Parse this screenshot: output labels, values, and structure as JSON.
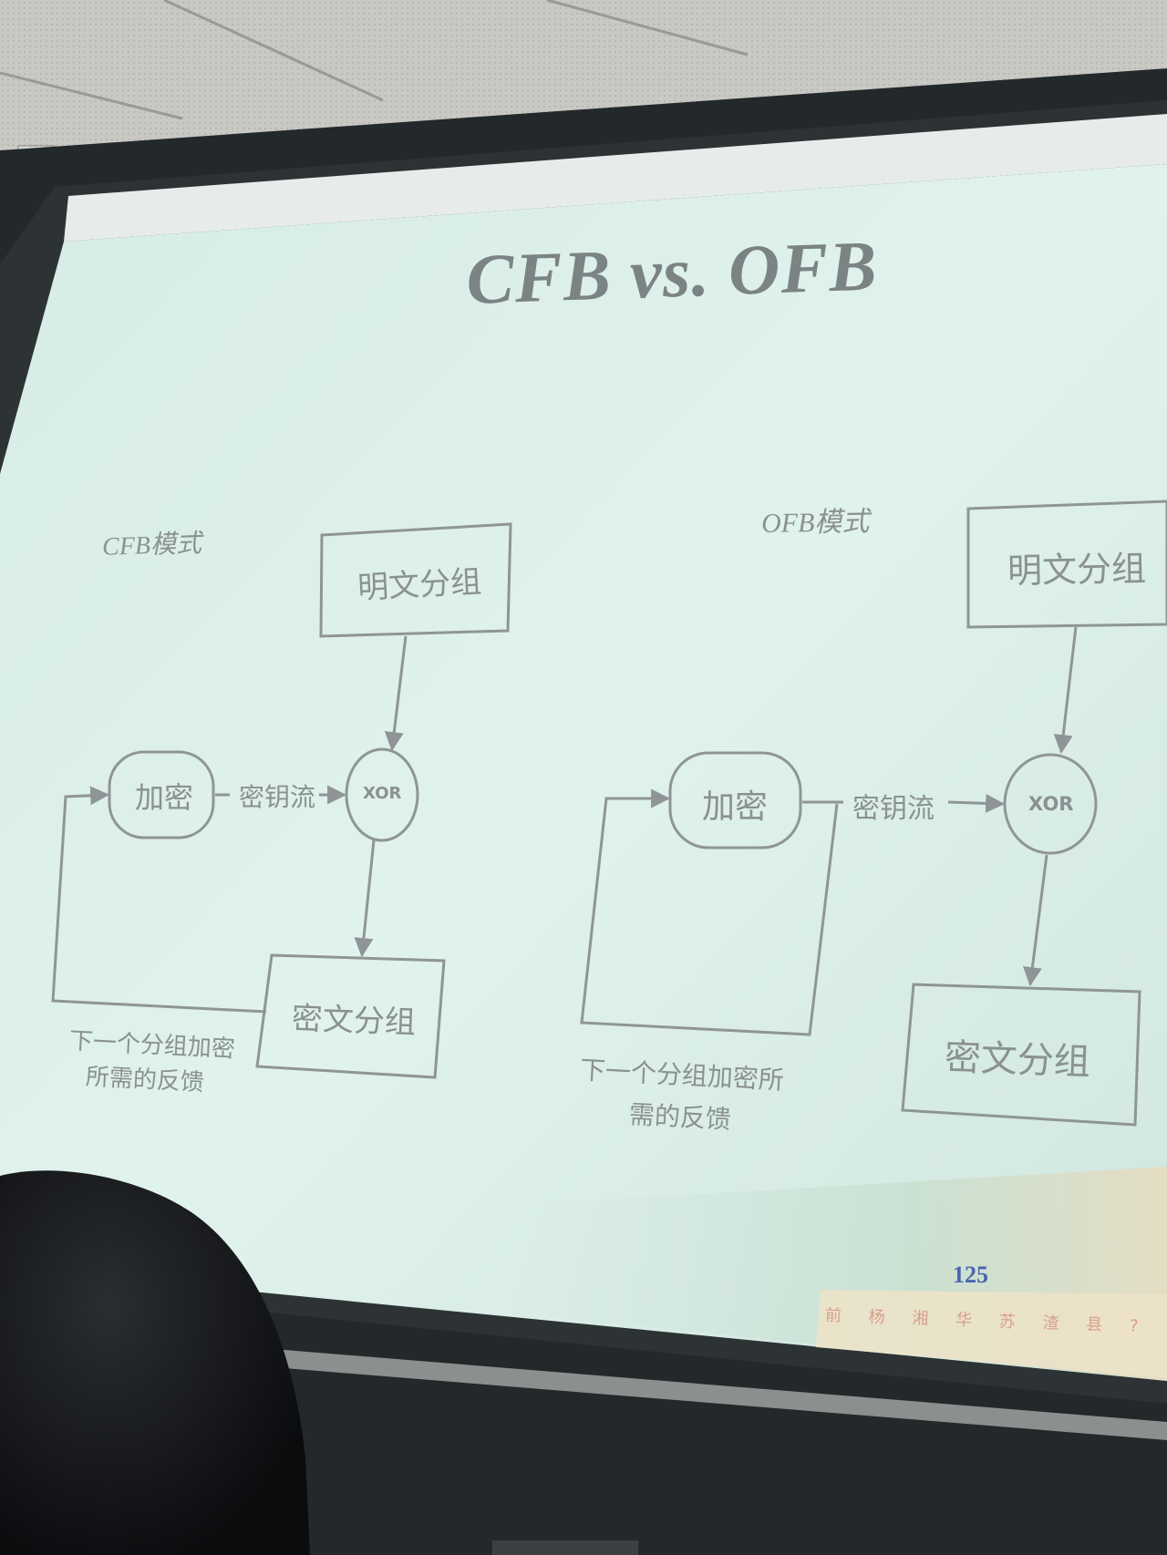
{
  "slide": {
    "title": "CFB vs. OFB",
    "page_number": "125",
    "footer_text": "前 杨 湘 华 苏 渣 县 ?"
  },
  "cfb": {
    "mode_label": "CFB模式",
    "plaintext_block": "明文分组",
    "encrypt": "加密",
    "keystream": "密钥流",
    "xor": "XOR",
    "ciphertext_block": "密文分组",
    "feedback_line1": "下一个分组加密",
    "feedback_line2": "所需的反馈"
  },
  "ofb": {
    "mode_label": "OFB模式",
    "plaintext_block": "明文分组",
    "encrypt": "加密",
    "keystream": "密钥流",
    "xor": "XOR",
    "ciphertext_block": "密文分组",
    "feedback_line1": "下一个分组加密所",
    "feedback_line2": "需的反馈"
  },
  "colors": {
    "screen": "#dcefe9",
    "line": "#8f9596",
    "wall": "#1e2224",
    "ceiling": "#c9c9c6"
  }
}
